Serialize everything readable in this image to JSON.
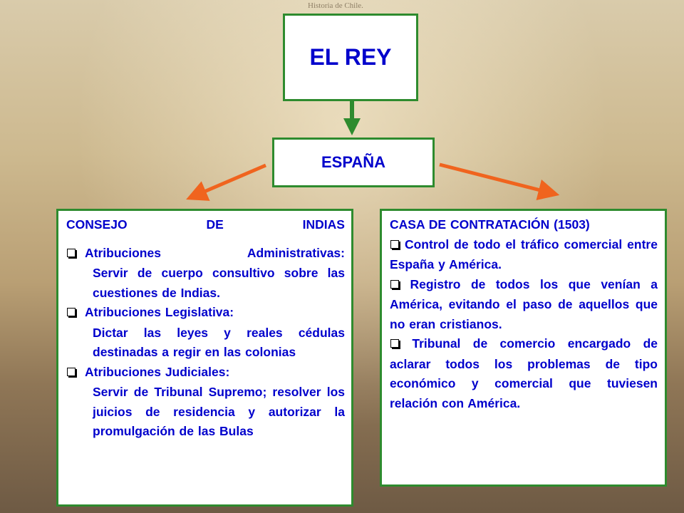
{
  "background": {
    "caption": "Historia de Chile."
  },
  "colors": {
    "text": "#0000cc",
    "border": "#2e8b2e",
    "arrow_orange": "#f0641e",
    "arrow_green": "#2e8b2e"
  },
  "top_box": {
    "label": "EL REY"
  },
  "mid_box": {
    "label": "ESPAÑA"
  },
  "left_panel": {
    "title_words": [
      "CONSEJO",
      "DE",
      "INDIAS"
    ],
    "items": [
      {
        "icon": "checkbox-bullet-icon",
        "heading": "Atribuciones Administrativas:",
        "body": "Servir de cuerpo consultivo sobre las cuestiones de Indias."
      },
      {
        "icon": "checkbox-bullet-icon",
        "heading": "Atribuciones Legislativa:",
        "body": "Dictar las leyes y reales cédulas destinadas a regir en las colonias"
      },
      {
        "icon": "checkbox-bullet-icon",
        "heading": "Atribuciones Judiciales:",
        "body": "Servir de Tribunal Supremo; resolver los juicios de residencia y autorizar la promulgación de las Bulas"
      }
    ]
  },
  "right_panel": {
    "title": "CASA DE CONTRATACIÓN (1503)",
    "items": [
      {
        "icon": "checkbox-bullet-icon",
        "text": "Control de todo el tráfico comercial entre España y América."
      },
      {
        "icon": "checkbox-bullet-icon",
        "text": "Registro de todos los que venían a América, evitando el paso de aquellos que no eran cristianos."
      },
      {
        "icon": "checkbox-bullet-icon",
        "text": "Tribunal de comercio encargado de aclarar todos los problemas de tipo económico y comercial que tuviesen relación con América."
      }
    ]
  }
}
